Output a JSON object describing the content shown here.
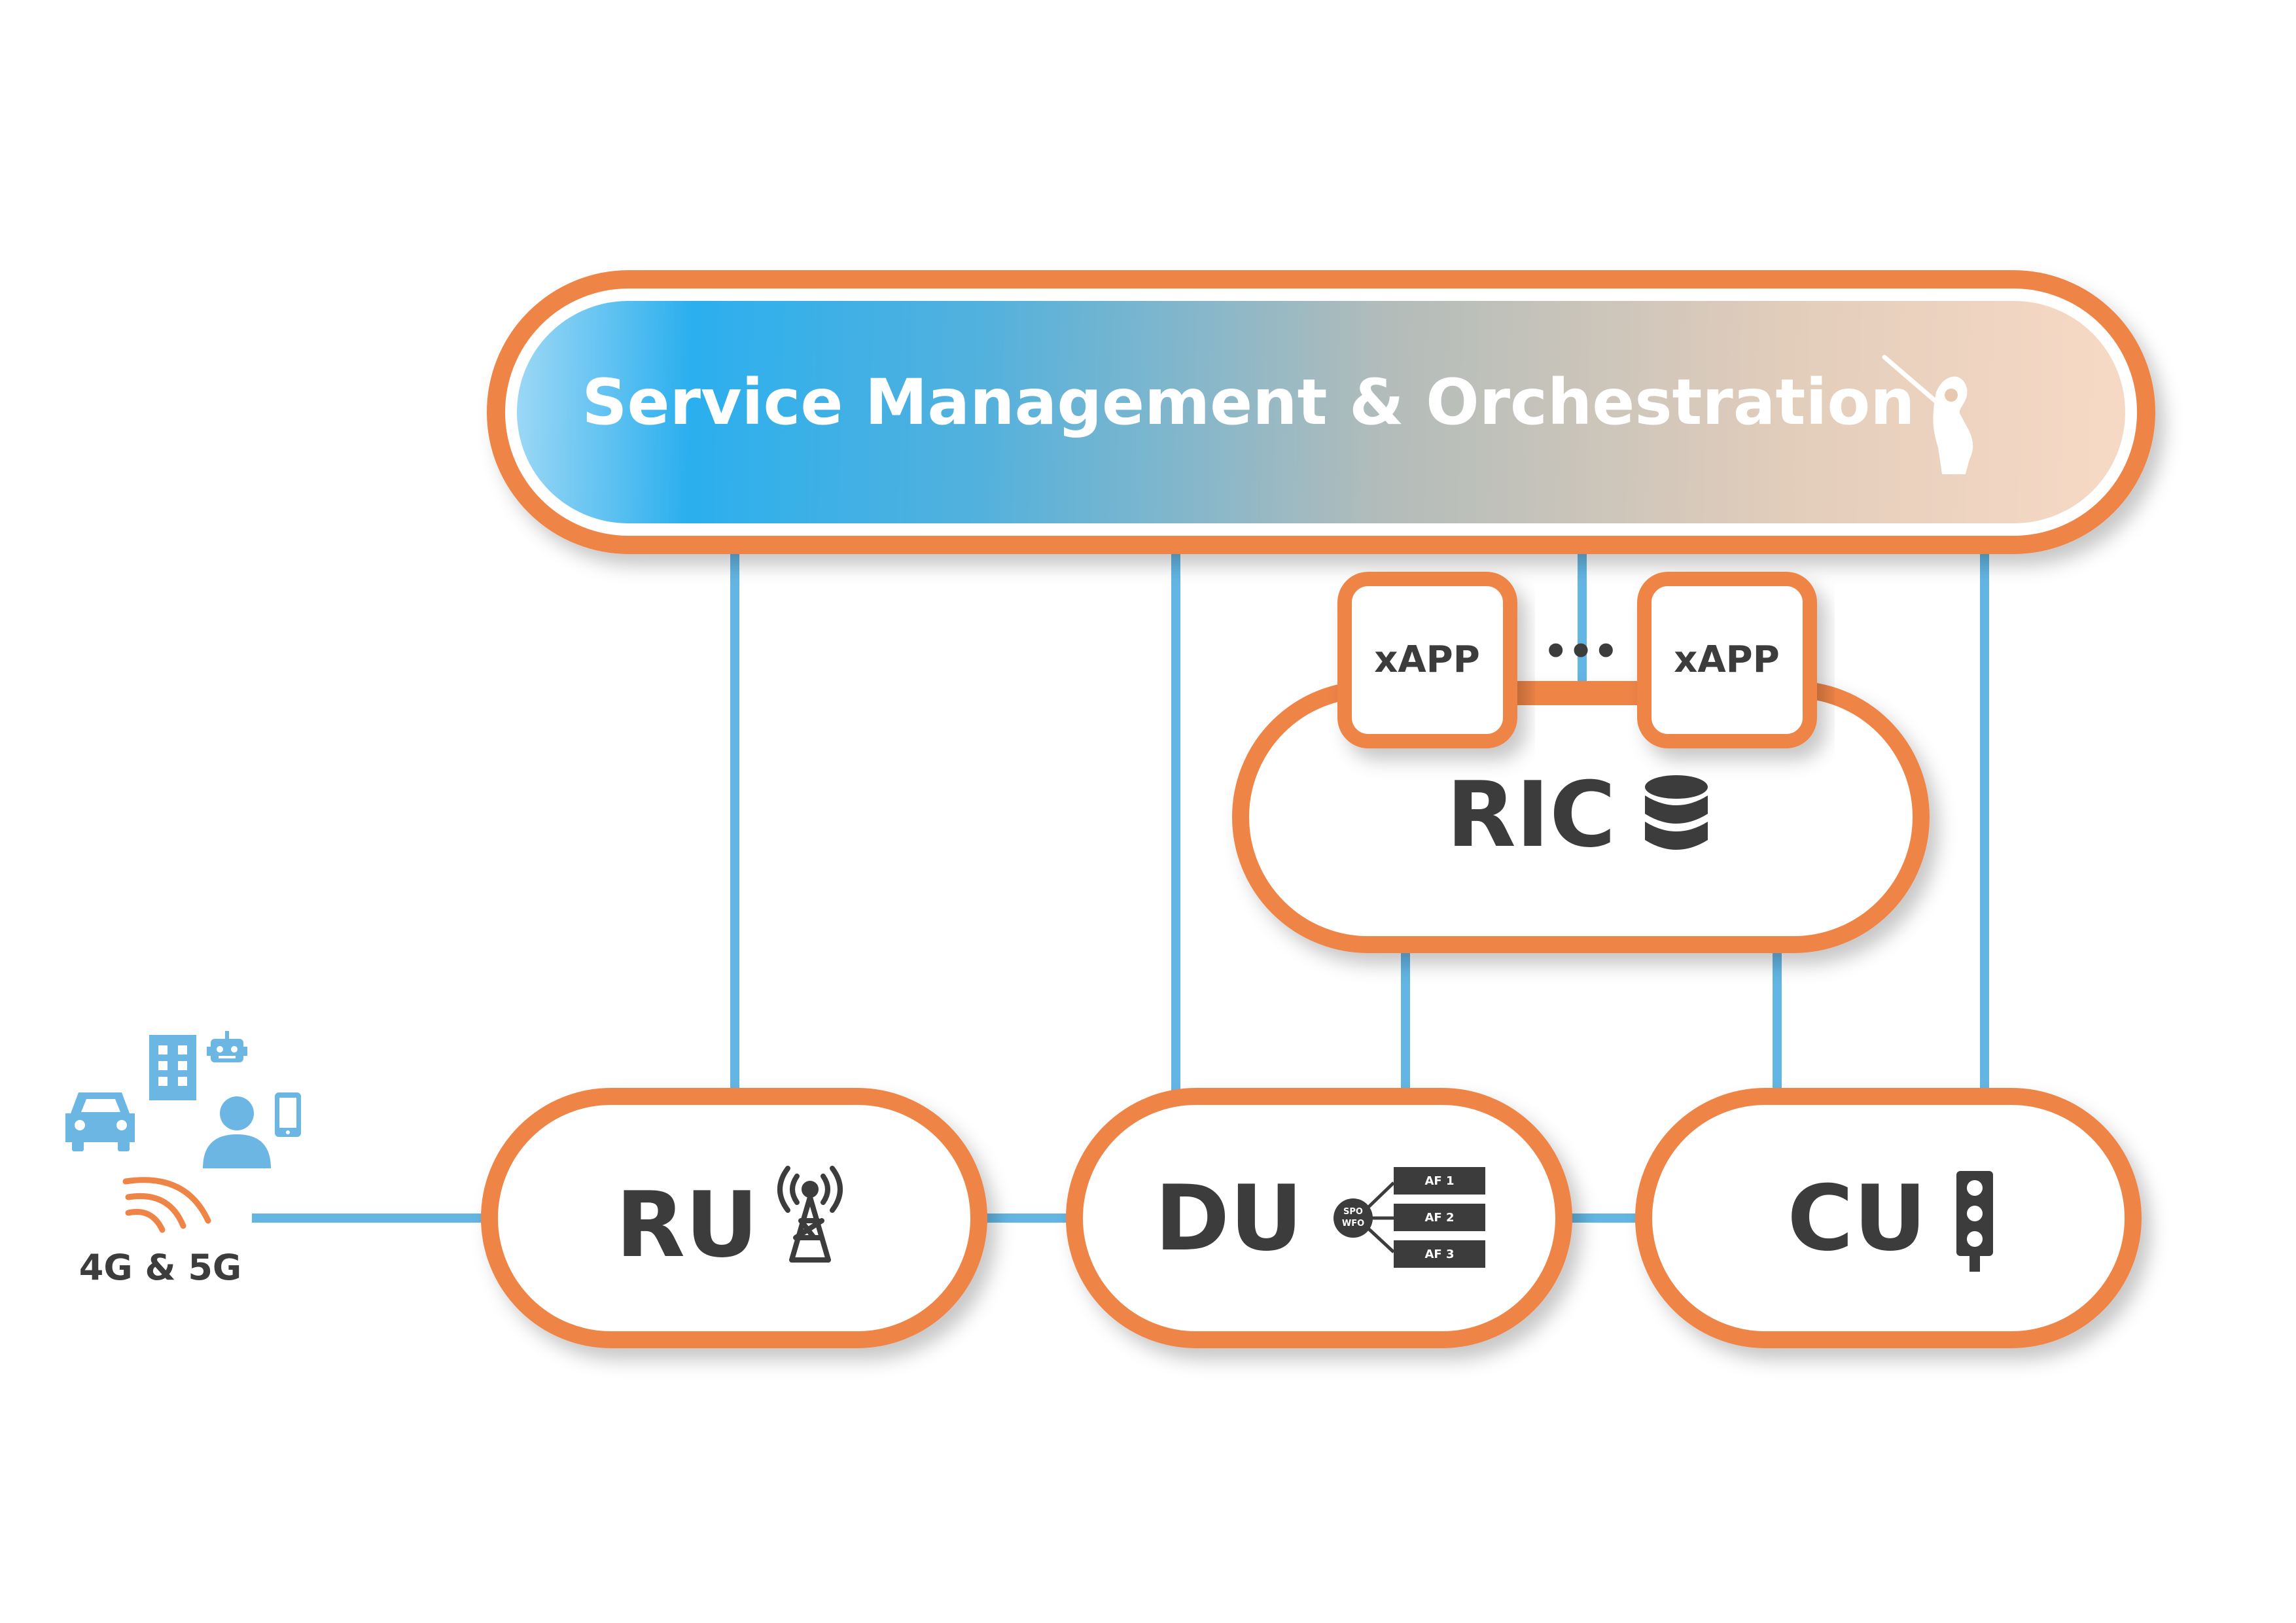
{
  "title": "Service Management & Orchestration",
  "nodes": {
    "ru": "RU",
    "du": "DU",
    "cu": "CU",
    "ric": "RIC"
  },
  "xapps": [
    "xAPP",
    "xAPP"
  ],
  "ellipsis": "•••",
  "access": {
    "label": "4G & 5G"
  },
  "du_icon": {
    "hub_line1": "SPO",
    "hub_line2": "WFO",
    "rows": [
      "AF 1",
      "AF 2",
      "AF 3"
    ]
  },
  "icons": {
    "orchestration": "conductor-hand-icon",
    "ru": "radio-tower-icon",
    "du": "acceleration-function-icon",
    "cu": "traffic-light-icon",
    "ric": "database-icon",
    "devices": [
      "car-icon",
      "building-icon",
      "robot-icon",
      "user-icon",
      "phone-icon",
      "wireless-signal-icon"
    ]
  },
  "colors": {
    "orange": "#EF8447",
    "blue_link": "#63B5E3",
    "icon_blue": "#6CB6E4",
    "text_dark": "#3C3C3C",
    "gradient": [
      "#9DD7F6",
      "#2BAFEE",
      "#C9C1B6",
      "#F4D8C6"
    ]
  }
}
